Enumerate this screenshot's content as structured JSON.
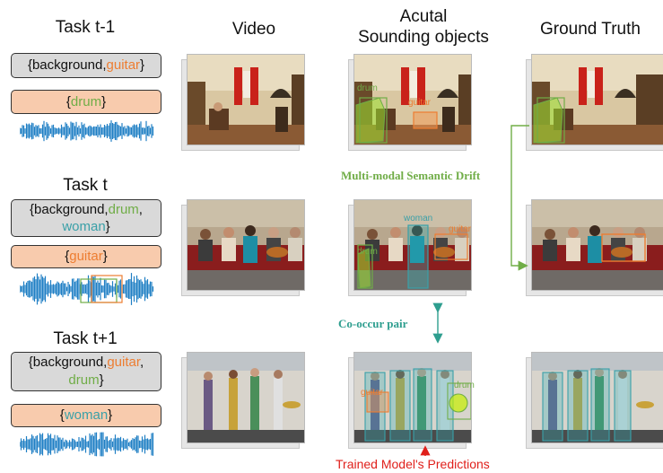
{
  "headers": {
    "video": "Video",
    "actual_line1": "Acutal",
    "actual_line2": "Sounding objects",
    "ground_truth": "Ground Truth"
  },
  "tasks": [
    {
      "title": "Task t-1",
      "old_set": {
        "open": "{background,",
        "w1": "guitar",
        "close": "}"
      },
      "new_set": {
        "open": "{",
        "w1": "drum",
        "close": "}"
      }
    },
    {
      "title": "Task t",
      "old_set": {
        "open": "{background,",
        "w1": "drum",
        "sep": ",",
        "w2": "woman",
        "close": "}"
      },
      "new_set": {
        "open": "{",
        "w1": "guitar",
        "close": "}"
      }
    },
    {
      "title": "Task t+1",
      "old_set": {
        "open": "{background,",
        "w1": "guitar",
        "sep": ",",
        "w2": "drum",
        "close": "}"
      },
      "new_set": {
        "open": "{",
        "w1": "woman",
        "close": "}"
      }
    }
  ],
  "box_labels": {
    "drum": "drum",
    "guitar": "guitar",
    "woman": "woman"
  },
  "annotations": {
    "semantic_drift": "Multi-modal Semantic Drift",
    "co_occur": "Co-occur pair",
    "predictions": "Trained Model's Predictions"
  },
  "colors": {
    "guitar": "#ed7d31",
    "drum": "#70ad47",
    "woman": "#3aa0a8",
    "wave": "#1f7fc4",
    "drift_arrow": "#70ad47",
    "co_occur": "#2e9e8f",
    "predictions": "#e0201b",
    "pill_gray": "#d9d9d9",
    "pill_peach": "#f8cbad"
  }
}
